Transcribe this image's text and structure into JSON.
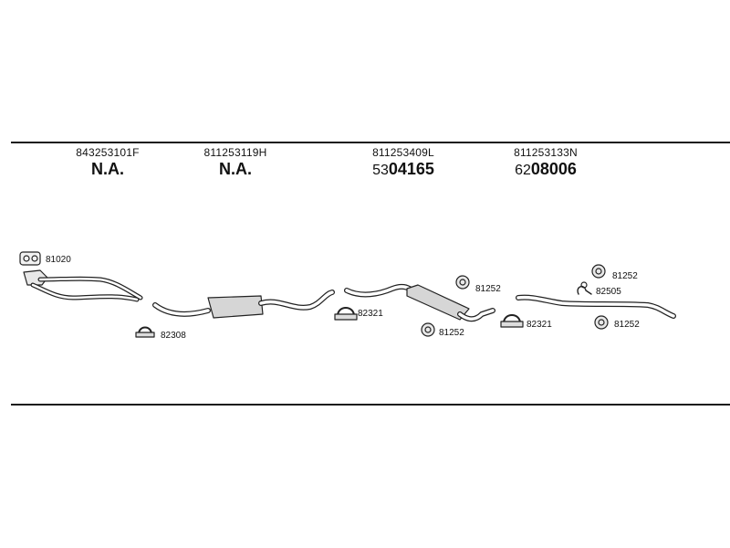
{
  "sections": [
    {
      "part_number": "843253101F",
      "code_prefix": "",
      "code": "N.A."
    },
    {
      "part_number": "811253119H",
      "code_prefix": "",
      "code": "N.A."
    },
    {
      "part_number": "811253409L",
      "code_prefix": "53",
      "code": "04165"
    },
    {
      "part_number": "811253133N",
      "code_prefix": "62",
      "code": "08006"
    }
  ],
  "labels": {
    "gasket": "81020",
    "clamp_a": "82308",
    "clamp_b": "82321",
    "hanger_a": "81252",
    "hanger_b": "81252",
    "clamp_c": "82321",
    "hanger_c": "81252",
    "bracket": "82505",
    "hanger_d": "81252"
  }
}
